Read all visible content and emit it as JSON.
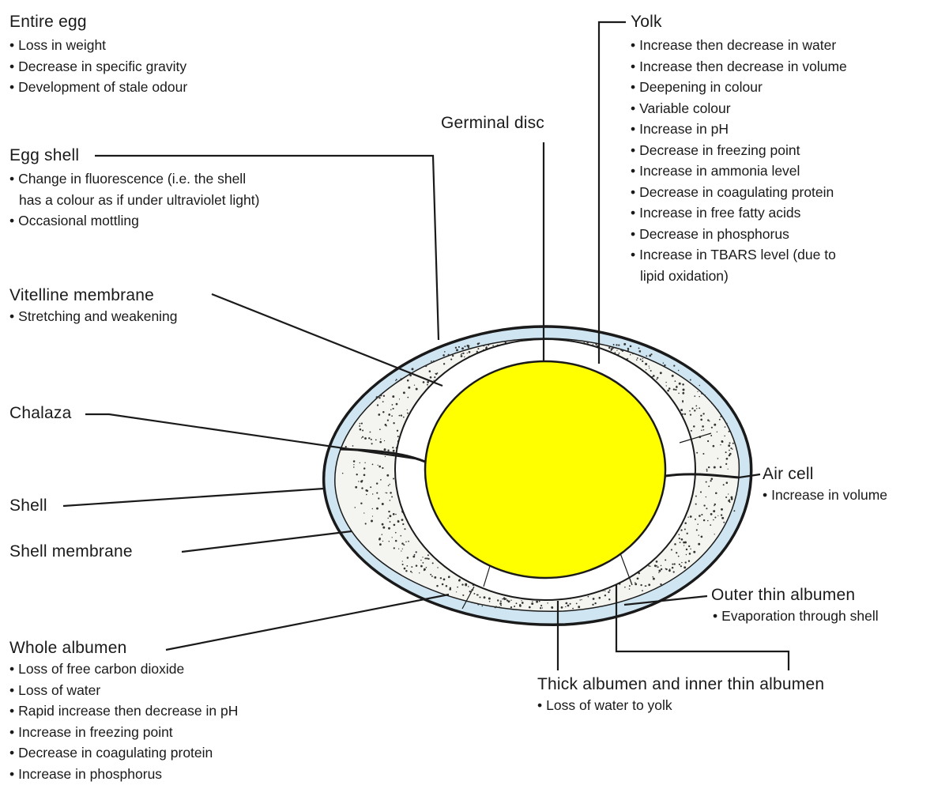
{
  "labels": {
    "entire_egg": {
      "title": "Entire egg",
      "items": [
        "Loss in weight",
        "Decrease in specific gravity",
        "Development of stale odour"
      ]
    },
    "egg_shell": {
      "title": "Egg shell",
      "items": [
        "Change in fluorescence (i.e. the shell",
        "has a colour as if under ultraviolet light)",
        "Occasional mottling"
      ]
    },
    "vitelline_membrane": {
      "title": "Vitelline membrane",
      "items": [
        "Stretching and weakening"
      ]
    },
    "chalaza": {
      "title": "Chalaza"
    },
    "shell": {
      "title": "Shell"
    },
    "shell_membrane": {
      "title": "Shell membrane"
    },
    "whole_albumen": {
      "title": "Whole albumen",
      "items": [
        "Loss of free carbon dioxide",
        "Loss of water",
        "Rapid increase then decrease in pH",
        "Increase in freezing point",
        "Decrease in coagulating protein",
        "Increase in phosphorus"
      ]
    },
    "germinal_disc": {
      "title": "Germinal disc"
    },
    "yolk": {
      "title": "Yolk",
      "items": [
        "Increase then decrease in water",
        "Increase then decrease in volume",
        "Deepening in colour",
        "Variable colour",
        "Increase in pH",
        "Decrease in freezing point",
        "Increase in ammonia level",
        "Decrease in coagulating protein",
        "Increase in free fatty acids",
        "Decrease in phosphorus",
        "Increase in TBARS level (due to",
        "lipid oxidation)"
      ]
    },
    "air_cell": {
      "title": "Air cell",
      "items": [
        "Increase in volume"
      ]
    },
    "outer_thin_albumen": {
      "title": "Outer thin albumen",
      "items": [
        "Evaporation through shell"
      ]
    },
    "thick_albumen": {
      "title": "Thick albumen and inner thin albumen",
      "items": [
        "Loss of water to yolk"
      ]
    }
  },
  "colors": {
    "yolk": "#ffff00",
    "shell_band": "#cfe6f2",
    "albumen": "#f4f4f0",
    "line": "#1a1a1a"
  }
}
